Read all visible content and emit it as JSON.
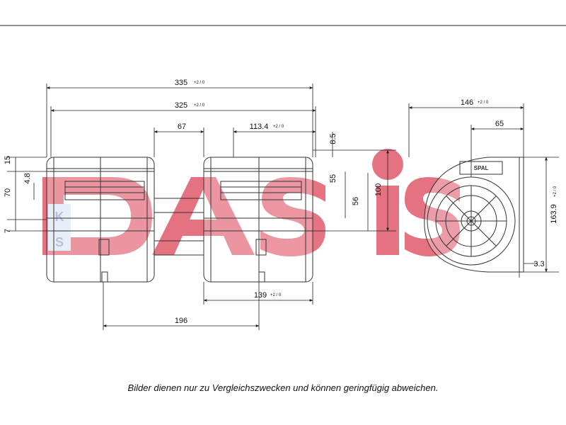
{
  "watermark": {
    "text": "DASIS",
    "sub_letters": [
      "K",
      "S"
    ],
    "color": "#e0465a"
  },
  "brand_label": "SPAL",
  "dimensions": {
    "d335": "335",
    "d335_tol": "+2 / 0",
    "d325": "325",
    "d325_tol": "+2 / 0",
    "d67": "67",
    "d113_4": "113.4",
    "d113_4_tol": "+2 / 0",
    "d15": "15",
    "d4_8": "4.8",
    "d70": "70",
    "d7": "7",
    "d8_5": "8.5",
    "d55": "55",
    "d56": "56",
    "d100": "100",
    "d139": "139",
    "d139_tol": "+2 / 0",
    "d196": "196",
    "d146": "146",
    "d146_tol": "+2 / 0",
    "d65": "65",
    "d163_9": "163.9",
    "d163_9_tol": "+2 / 0",
    "d3_3": "3.3"
  },
  "caption": "Bilder dienen nur zu Vergleichszwecken und können geringfügig abweichen."
}
